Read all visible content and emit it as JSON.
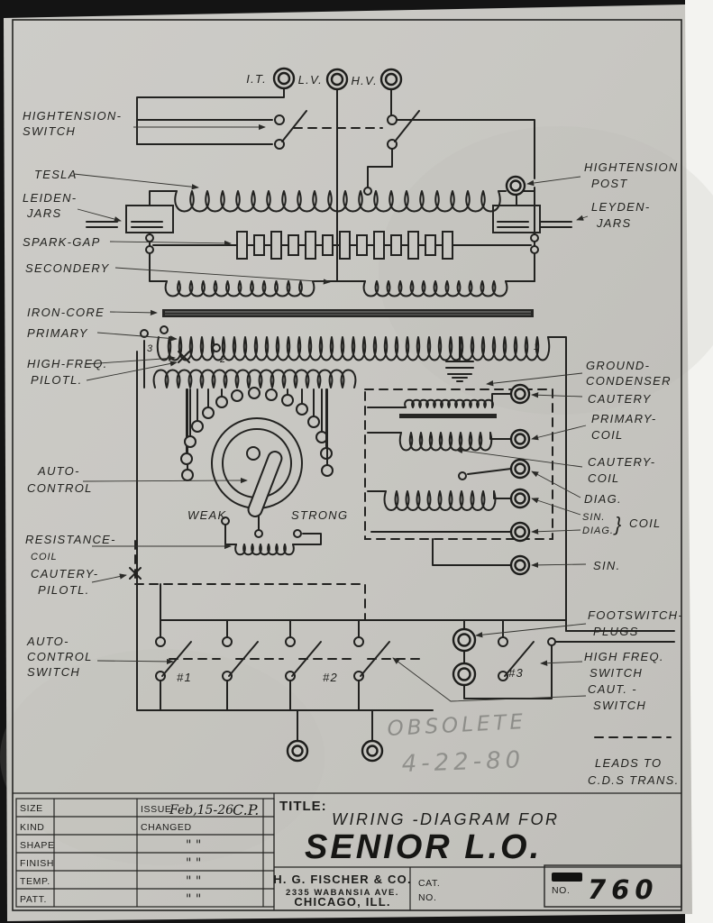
{
  "colors": {
    "paper": "#c8c7c2",
    "ink": "#222220",
    "pencil": "#8d8d89",
    "scan_background": "#141414",
    "scanner_edge_white": "#f3f3f0"
  },
  "terminals": {
    "it": "I.T.",
    "lv": "L.V.",
    "hv": "H.V."
  },
  "left_labels": {
    "hightension_switch": [
      "HIGHTENSION-",
      "SWITCH"
    ],
    "tesla": "TESLA",
    "leiden_jars": [
      "LEIDEN-",
      "JARS"
    ],
    "spark_gap": "SPARK-GAP",
    "secondery": "SECONDERY",
    "iron_core": "IRON-CORE",
    "primary": "PRIMARY",
    "high_freq_pilotl": [
      "HIGH-FREQ.",
      "PILOTL."
    ],
    "auto_control": [
      "AUTO-",
      "CONTROL"
    ],
    "resistance_coil": [
      "RESISTANCE-",
      "COIL"
    ],
    "cautery_pilotl": [
      "CAUTERY-",
      "PILOTL."
    ],
    "auto_control_switch": [
      "AUTO-",
      "CONTROL",
      "SWITCH"
    ]
  },
  "right_labels": {
    "hightension_post": [
      "HIGHTENSION",
      "POST"
    ],
    "leyden_jars": [
      "LEYDEN-",
      "JARS"
    ],
    "ground_condenser": [
      "GROUND-",
      "CONDENSER"
    ],
    "cautery": "CAUTERY",
    "primary_coil": [
      "PRIMARY-",
      "COIL"
    ],
    "cautery_coil": [
      "CAUTERY-",
      "COIL"
    ],
    "diag": "DIAG.",
    "sin_top": "SIN.",
    "diag_bottom": "DIAG.",
    "coil_brace": "}",
    "coil_word": "COIL",
    "sin": "SIN.",
    "footswitch_plugs": [
      "FOOTSWITCH-",
      "PLUGS"
    ],
    "high_freq_switch": [
      "HIGH FREQ.",
      "SWITCH"
    ],
    "caut_switch": [
      "CAUT. -",
      "SWITCH"
    ],
    "leads_to": [
      "LEADS TO",
      "C.D.S TRANS."
    ]
  },
  "dial": {
    "weak": "WEAK",
    "strong": "STRONG"
  },
  "markers": {
    "p3": "3",
    "p2": "2",
    "p1": "1",
    "sw1": "#1",
    "sw2": "#2",
    "sw3": "#3"
  },
  "handwriting": {
    "obsolete": "OBSOLETE",
    "date": "4-22-80"
  },
  "title_block": {
    "rows": [
      "SIZE",
      "KIND",
      "SHAPE",
      "FINISH",
      "TEMP.",
      "PATT."
    ],
    "issue_label": "ISSUE",
    "issue_date": "Feb,15-26",
    "issue_initials": "C.P.",
    "changed_label": "CHANGED",
    "ditto": "\"    \"",
    "title_label": "TITLE:",
    "title_line1": "WIRING -DIAGRAM FOR",
    "title_line2": "SENIOR L.O.",
    "company_name": "H. G. FISCHER & CO.",
    "company_addr1": "2335 WABANSIA AVE.",
    "company_addr2": "CHICAGO, ILL.",
    "cat_label1": "CAT.",
    "cat_label2": "NO.",
    "no_label": "NO.",
    "drawing_number": "760"
  }
}
